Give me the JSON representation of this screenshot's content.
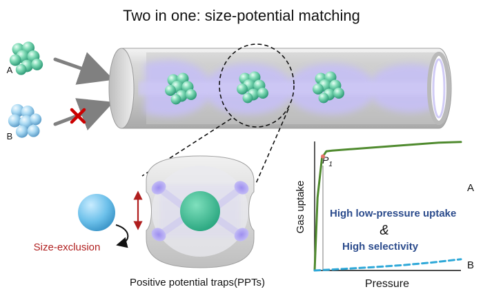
{
  "title": "Two in one: size-potential matching",
  "molecules": {
    "label_a": "A",
    "label_b": "B"
  },
  "colors": {
    "molecule_a": "#7dd9b4",
    "molecule_b": "#a8d8f2",
    "channel_glow": "#c6c0f5",
    "curve_a": "#4f8a2e",
    "curve_b": "#2ea8d8",
    "emphasis_text": "#2b4b8c",
    "size_exclusion": "#b01e1e",
    "blocked_mark": "#cc0000"
  },
  "zoom": {
    "size_exclusion_label": "Size-exclusion",
    "traps_label": "Positive potential traps(PPTs)"
  },
  "chart_data": {
    "type": "line",
    "xlabel": "Pressure",
    "ylabel": "Gas uptake",
    "marker_label": "P",
    "marker_subscript": "1",
    "annotation_line1": "High low-pressure uptake",
    "annotation_connector": "&",
    "annotation_line2": "High selectivity",
    "series": [
      {
        "name": "A",
        "style": "solid",
        "x": [
          0,
          0.02,
          0.05,
          0.08,
          0.12,
          0.3,
          0.6,
          0.85,
          1.0
        ],
        "y": [
          0,
          0.55,
          0.85,
          0.9,
          0.905,
          0.92,
          0.945,
          0.965,
          0.97
        ]
      },
      {
        "name": "B",
        "style": "dashed",
        "x": [
          0,
          0.2,
          0.4,
          0.6,
          0.8,
          1.0
        ],
        "y": [
          0,
          0.012,
          0.025,
          0.04,
          0.06,
          0.085
        ]
      }
    ]
  }
}
